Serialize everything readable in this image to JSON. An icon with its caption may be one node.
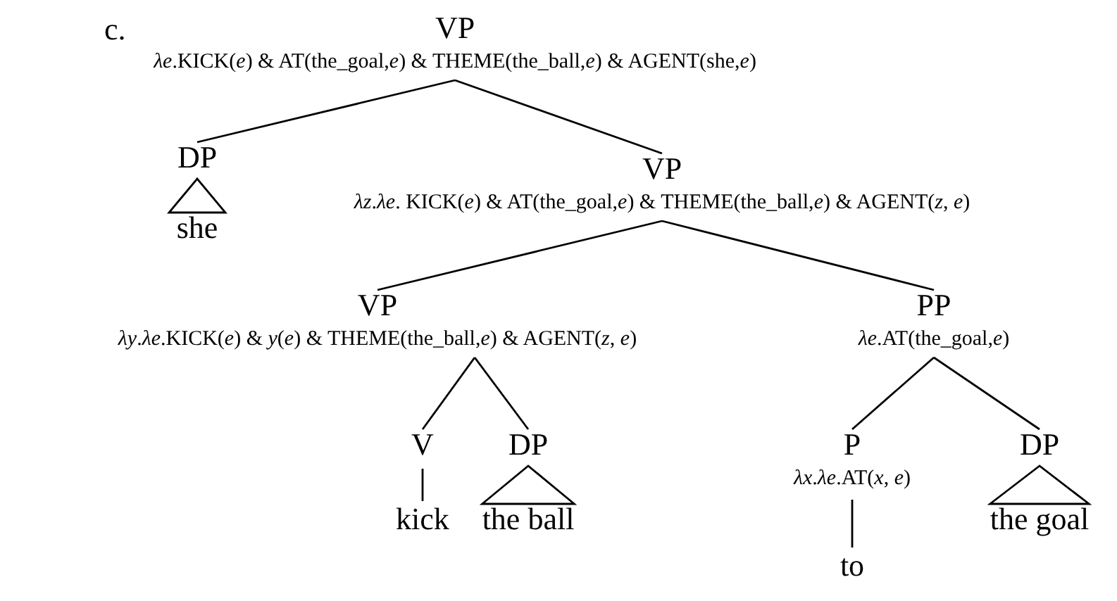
{
  "diagram": {
    "nodes": [
      {
        "text": [
          "VP",
          "*λe*.KICK(*e*) & AT(the_goal,*e*) & THEME(the_ball,*e*) & AGENT(she,*e*)"
        ]
      },
      {
        "text": [
          "DP"
        ]
      },
      {
        "text": [
          "she"
        ]
      },
      {
        "text": [
          "VP",
          "*λz*.*λe*. KICK(*e*) & AT(the_goal,*e*) & THEME(the_ball,*e*) & AGENT(*z*, *e*)"
        ]
      },
      {
        "text": [
          "VP",
          "*λy*.*λe*.KICK(*e*) & *y*(*e*) & THEME(the_ball,*e*) & AGENT(*z*, *e*)"
        ]
      },
      {
        "text": [
          "PP",
          "*λe*.AT(the_goal,*e*)"
        ]
      },
      {
        "text": [
          "V"
        ]
      },
      {
        "text": [
          "DP"
        ]
      },
      {
        "text": [
          "P",
          "*λx*.*λe*.AT(*x*, *e*)"
        ]
      },
      {
        "text": [
          "DP"
        ]
      },
      {
        "text": [
          "kick"
        ]
      },
      {
        "text": [
          "the ball"
        ]
      },
      {
        "text": [
          "to"
        ]
      },
      {
        "text": [
          "the goal"
        ]
      }
    ],
    "edges": [
      {
        "from": 0,
        "to": 1,
        "arrow": "none"
      },
      {
        "from": 0,
        "to": 3,
        "arrow": "none"
      },
      {
        "from": 1,
        "to": 2,
        "arrow": "none"
      },
      {
        "from": 3,
        "to": 4,
        "arrow": "none"
      },
      {
        "from": 3,
        "to": 5,
        "arrow": "none"
      },
      {
        "from": 4,
        "to": 6,
        "arrow": "none"
      },
      {
        "from": 4,
        "to": 7,
        "arrow": "none"
      },
      {
        "from": 6,
        "to": 10,
        "arrow": "none"
      },
      {
        "from": 7,
        "to": 11,
        "arrow": "none"
      },
      {
        "from": 5,
        "to": 8,
        "arrow": "none"
      },
      {
        "from": 5,
        "to": 9,
        "arrow": "none"
      },
      {
        "from": 8,
        "to": 12,
        "arrow": "none"
      },
      {
        "from": 9,
        "to": 13,
        "arrow": "none"
      }
    ],
    "labels": [
      "c."
    ]
  }
}
